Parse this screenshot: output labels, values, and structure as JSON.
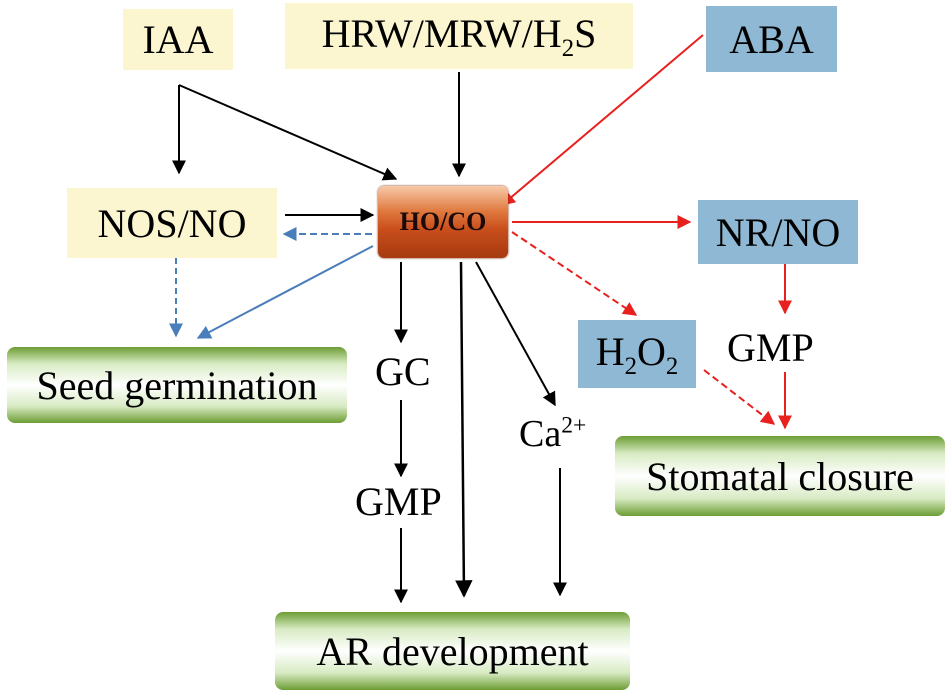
{
  "nodes": {
    "iaa": "IAA",
    "hrw_main": "HRW/MRW/H",
    "hrw_sub": "2",
    "hrw_tail": "S",
    "aba": "ABA",
    "nos_no": "NOS/NO",
    "ho_co": "HO/CO",
    "nr_no": "NR/NO",
    "h2o2_h": "H",
    "h2o2_sub1": "2",
    "h2o2_o": "O",
    "h2o2_sub2": "2",
    "gmp_right": "GMP",
    "gc": "GC",
    "gmp_center": "GMP",
    "ca_base": "Ca",
    "ca_sup": "2+",
    "seed_germination": "Seed germination",
    "stomatal_closure": "Stomatal closure",
    "ar_development": "AR development"
  },
  "colors": {
    "black_arrow": "#000000",
    "red_arrow": "#e8201e",
    "blue_arrow": "#4a7ebb",
    "yellow_box": "#fbf6cf",
    "blue_box": "#8eb8d3",
    "green_box": "#6c9d34",
    "ho_co_box": "#c94e1c"
  }
}
